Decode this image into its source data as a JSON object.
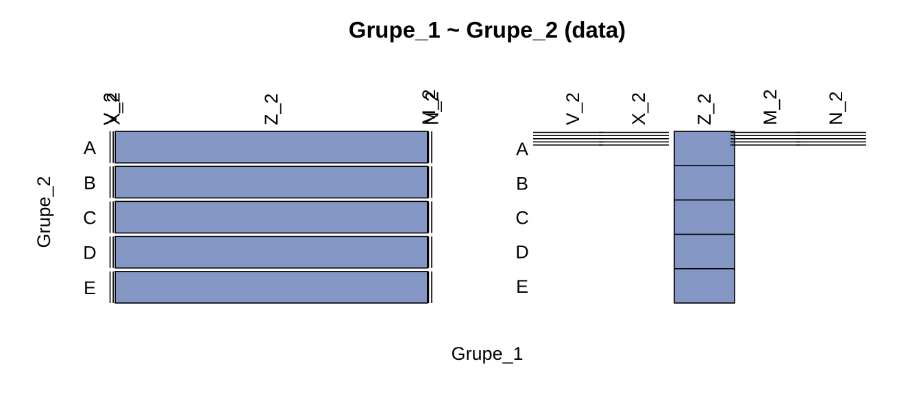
{
  "chart_data": {
    "type": "mosaic",
    "title": "Grupe_1 ~ Grupe_2 (data)",
    "xlabel": "Grupe_1",
    "ylabel": "Grupe_2",
    "grupe_1_levels": [
      "V_2",
      "X_2",
      "Z_2",
      "M_2",
      "N_2"
    ],
    "grupe_2_levels": [
      "A",
      "B",
      "C",
      "D",
      "E"
    ],
    "colors": [
      "#ffffff",
      "#c0c9e2",
      "#8497c4",
      "#990a40",
      "#cc809d"
    ],
    "counts": [
      [
        0,
        0,
        97,
        0,
        0
      ],
      [
        0,
        0,
        97,
        0,
        0
      ],
      [
        0,
        0,
        97,
        0,
        0
      ],
      [
        0,
        0,
        97,
        0,
        0
      ],
      [
        0,
        0,
        97,
        0,
        0
      ]
    ],
    "panels": [
      {
        "name": "rows-by-grupe-2",
        "group_axis": "Grupe_2"
      },
      {
        "name": "columns-by-grupe-1",
        "group_axis": "Grupe_1"
      }
    ]
  }
}
